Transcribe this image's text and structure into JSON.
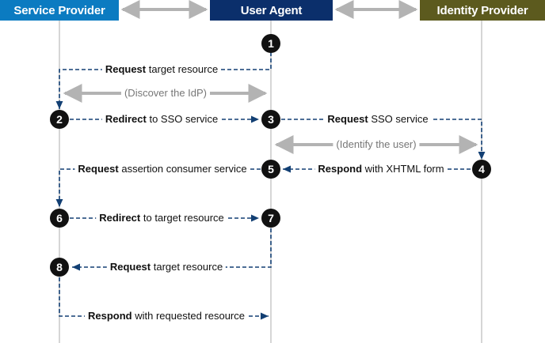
{
  "actors": [
    {
      "id": "sp",
      "name": "Service Provider",
      "color": "#0b7bc1"
    },
    {
      "id": "ua",
      "name": "User Agent",
      "color": "#0b2f6b"
    },
    {
      "id": "idp",
      "name": "Identity Provider",
      "color": "#5c5a1e"
    }
  ],
  "colors": {
    "arrow": "#123f73",
    "lifeline": "#bbbbbb",
    "note_arrow": "#b3b3b3",
    "step_badge": "#111111"
  },
  "steps": [
    {
      "number": "1",
      "actor": "ua"
    },
    {
      "number": "2",
      "actor": "sp"
    },
    {
      "number": "3",
      "actor": "ua"
    },
    {
      "number": "4",
      "actor": "idp"
    },
    {
      "number": "5",
      "actor": "ua"
    },
    {
      "number": "6",
      "actor": "sp"
    },
    {
      "number": "7",
      "actor": "ua"
    },
    {
      "number": "8",
      "actor": "sp"
    }
  ],
  "messages": [
    {
      "verb": "Request",
      "rest": "target resource",
      "from": "ua",
      "to": "sp"
    },
    {
      "verb": "Redirect",
      "rest": "to SSO service",
      "from": "sp",
      "to": "ua"
    },
    {
      "verb": "Request",
      "rest": "SSO service",
      "from": "ua",
      "to": "idp"
    },
    {
      "verb": "Respond",
      "rest": "with XHTML form",
      "from": "idp",
      "to": "ua"
    },
    {
      "verb": "Request",
      "rest": "assertion consumer service",
      "from": "ua",
      "to": "sp"
    },
    {
      "verb": "Redirect",
      "rest": "to target resource",
      "from": "sp",
      "to": "ua"
    },
    {
      "verb": "Request",
      "rest": "target resource",
      "from": "ua",
      "to": "sp"
    },
    {
      "verb": "Respond",
      "rest": "with requested resource",
      "from": "sp",
      "to": "ua"
    }
  ],
  "notes": [
    {
      "text": "(Discover the IdP)",
      "between": [
        "sp",
        "ua"
      ]
    },
    {
      "text": "(Identify the user)",
      "between": [
        "ua",
        "idp"
      ]
    }
  ]
}
